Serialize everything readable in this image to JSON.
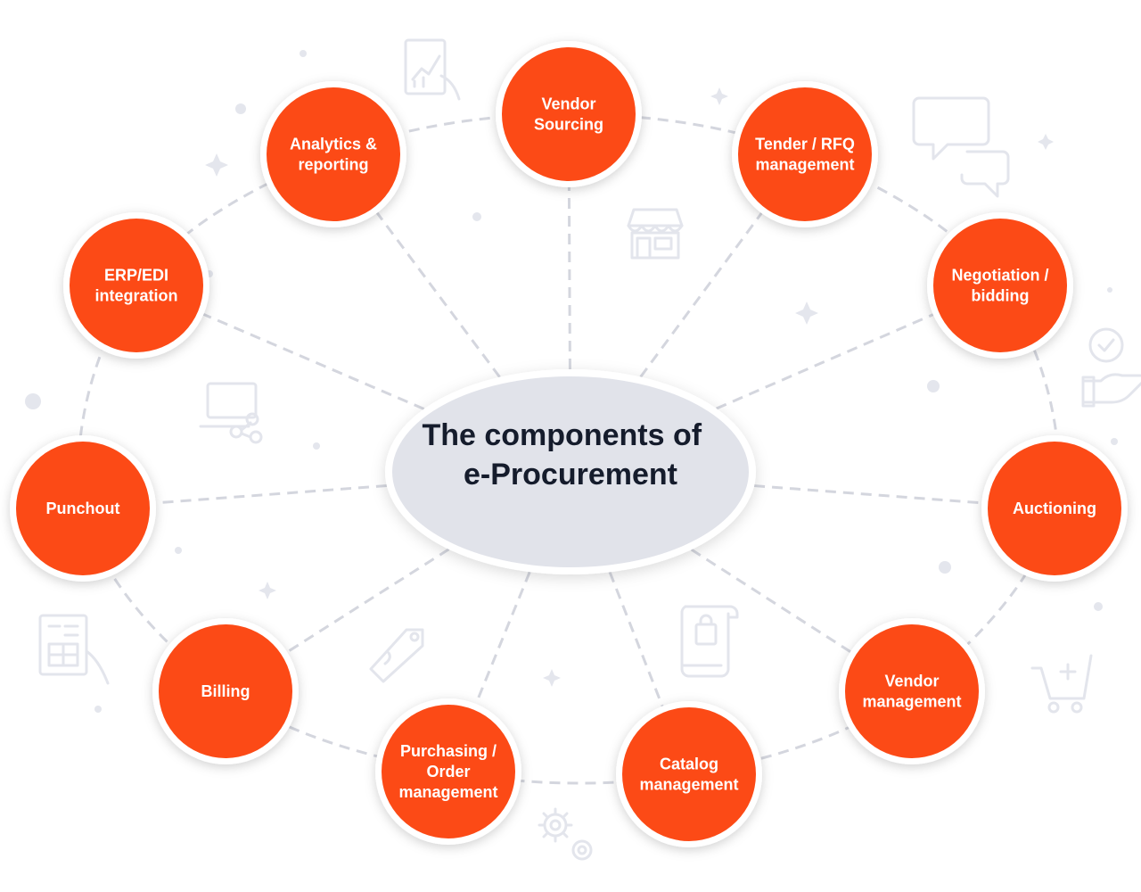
{
  "center": {
    "title_lines": [
      "The components of",
      "e-Procurement"
    ]
  },
  "components": [
    {
      "id": "vendor-sourcing",
      "lines": [
        "Vendor",
        "Sourcing"
      ]
    },
    {
      "id": "tender-rfq-management",
      "lines": [
        "Tender / RFQ",
        "management"
      ]
    },
    {
      "id": "negotiation-bidding",
      "lines": [
        "Negotiation /",
        "bidding"
      ]
    },
    {
      "id": "auctioning",
      "lines": [
        "Auctioning"
      ]
    },
    {
      "id": "vendor-management",
      "lines": [
        "Vendor",
        "management"
      ]
    },
    {
      "id": "catalog-management",
      "lines": [
        "Catalog",
        "management"
      ]
    },
    {
      "id": "purchasing-order-management",
      "lines": [
        "Purchasing /",
        "Order",
        "management"
      ]
    },
    {
      "id": "billing",
      "lines": [
        "Billing"
      ]
    },
    {
      "id": "punchout",
      "lines": [
        "Punchout"
      ]
    },
    {
      "id": "erp-edi-integration",
      "lines": [
        "ERP/EDI",
        "integration"
      ]
    },
    {
      "id": "analytics-reporting",
      "lines": [
        "Analytics &",
        "reporting"
      ]
    }
  ],
  "colors": {
    "node_fill": "#fc4a16",
    "node_ring": "#ffffff",
    "center_fill": "#e1e3ea",
    "center_text": "#151c2c",
    "dashed_line": "#d4d6de",
    "decoration": "#e3e5ec"
  },
  "decorative_icons": [
    "analytics-chart-icon",
    "chat-bubbles-icon",
    "storefront-icon",
    "quality-check-hand-icon",
    "laptop-network-icon",
    "invoice-calculator-icon",
    "price-tag-icon",
    "receipt-bag-icon",
    "shopping-cart-add-icon",
    "gears-icon",
    "sparkle-star-icon"
  ]
}
